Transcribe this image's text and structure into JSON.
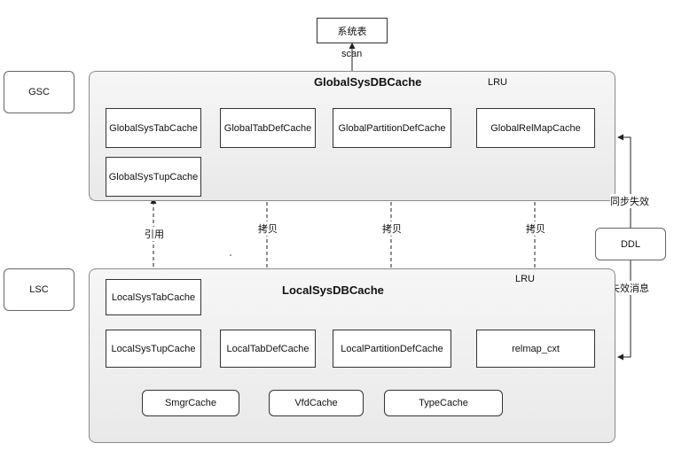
{
  "system_table": {
    "label": "系统表",
    "edge_label": "scan"
  },
  "gsc": {
    "side_label": "GSC",
    "title": "GlobalSysDBCache",
    "policy": "LRU",
    "boxes": {
      "sys_tab": "GlobalSysTabCache",
      "sys_tup": "GlobalSysTupCache",
      "tab_def": "GlobalTabDefCache",
      "partition_def": "GlobalPartitionDefCache",
      "relmap": "GlobalRelMapCache"
    }
  },
  "lsc": {
    "side_label": "LSC",
    "title": "LocalSysDBCache",
    "policy": "LRU",
    "boxes": {
      "sys_tab": "LocalSysTabCache",
      "sys_tup": "LocalSysTupCache",
      "tab_def": "LocalTabDefCache",
      "partition_def": "LocalPartitionDefCache",
      "relmap": "relmap_cxt",
      "smgr": "SmgrCache",
      "vfd": "VfdCache",
      "type": "TypeCache"
    }
  },
  "edges": {
    "reference": "引用",
    "copy_tab": "拷贝",
    "copy_part": "拷贝",
    "copy_relmap": "拷贝",
    "sync_invalidate": "同步失效",
    "invalidate_msg": "失效消息"
  },
  "ddl": {
    "label": "DDL"
  }
}
